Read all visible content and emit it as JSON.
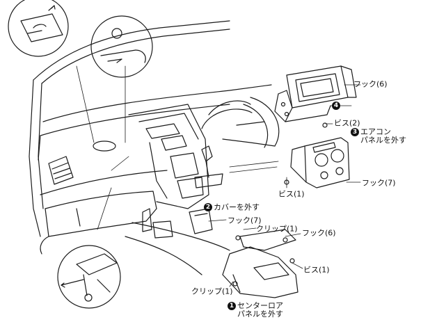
{
  "labels": {
    "hook_6_top": "フック(6)",
    "step4_num": "4",
    "screw_2": "ビス(2)",
    "step3_num": "3",
    "aircon_line1": "エアコン",
    "aircon_line2": "パネルを外す",
    "hook_7_right": "フック(7)",
    "screw_1_left": "ビス(1)",
    "step2_num": "2",
    "cover_remove": "カバーを外す",
    "hook_7_mid": "フック(7)",
    "clip_1_top": "クリップ(1)",
    "hook_6_mid": "フック(6)",
    "screw_1_right": "ビス(1)",
    "clip_1_bottom": "クリップ(1)",
    "step1_num": "1",
    "center_lower_line1": "センターロア",
    "center_lower_line2": "パネルを外す"
  },
  "colors": {
    "line": "#1a1a1a",
    "background": "#ffffff"
  }
}
